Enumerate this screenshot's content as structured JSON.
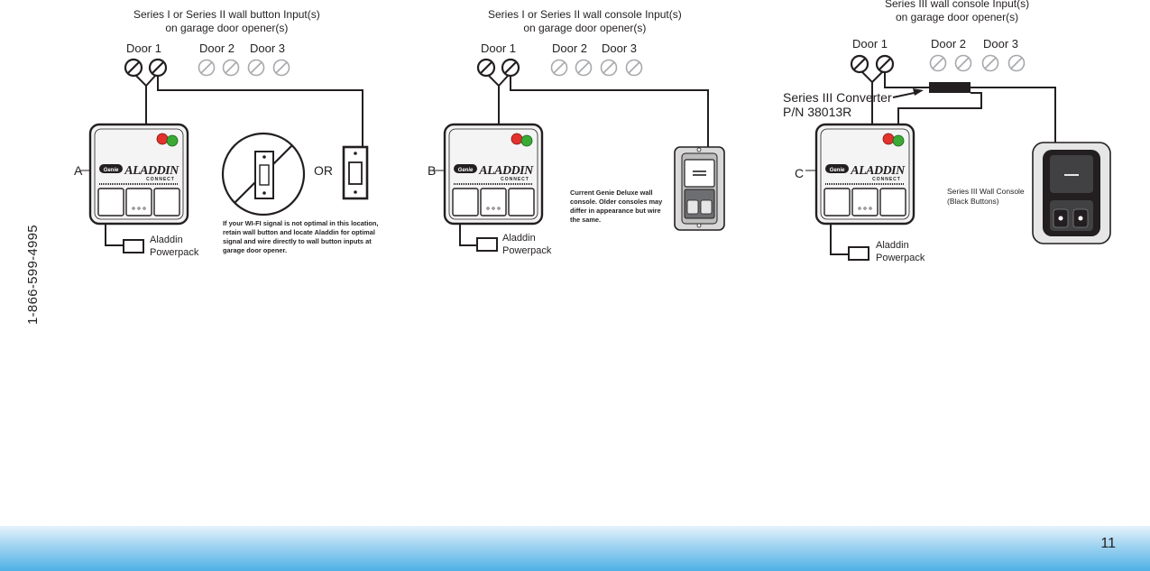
{
  "panelA": {
    "title_line1": "Series I or Series II wall button Input(s)",
    "title_line2": "on garage door opener(s)",
    "door1": "Door 1",
    "door2": "Door 2",
    "door3": "Door 3",
    "label": "A",
    "or_label": "OR",
    "powerpack_line1": "Aladdin",
    "powerpack_line2": "Powerpack",
    "note": "If your WI-FI signal is not optimal in this location, retain wall button and locate Aladdin for optimal signal and wire directly to wall button inputs at garage door opener."
  },
  "panelB": {
    "title_line1": "Series I or Series II wall console Input(s)",
    "title_line2": "on garage door opener(s)",
    "door1": "Door 1",
    "door2": "Door 2",
    "door3": "Door 3",
    "label": "B",
    "powerpack_line1": "Aladdin",
    "powerpack_line2": "Powerpack",
    "note": "Current Genie Deluxe wall console. Older consoles may differ in appearance but wire the same."
  },
  "panelC": {
    "title_line1": "Series III wall console Input(s)",
    "title_line2": "on garage door opener(s)",
    "door1": "Door 1",
    "door2": "Door 2",
    "door3": "Door 3",
    "label": "C",
    "converter_line1": "Series III Converter",
    "converter_line2": "P/N 38013R",
    "powerpack_line1": "Aladdin",
    "powerpack_line2": "Powerpack",
    "console_line1": "Series III Wall Console",
    "console_line2": "(Black Buttons)"
  },
  "device": {
    "brand": "ALADDIN",
    "sub": "CONNECT",
    "badge": "Genie"
  },
  "phone": "1-866-599-4995",
  "page_number": "11",
  "colors": {
    "led_red": "#e4312b",
    "led_green": "#3aaa35",
    "footer_blue": "#4fb1e5"
  }
}
